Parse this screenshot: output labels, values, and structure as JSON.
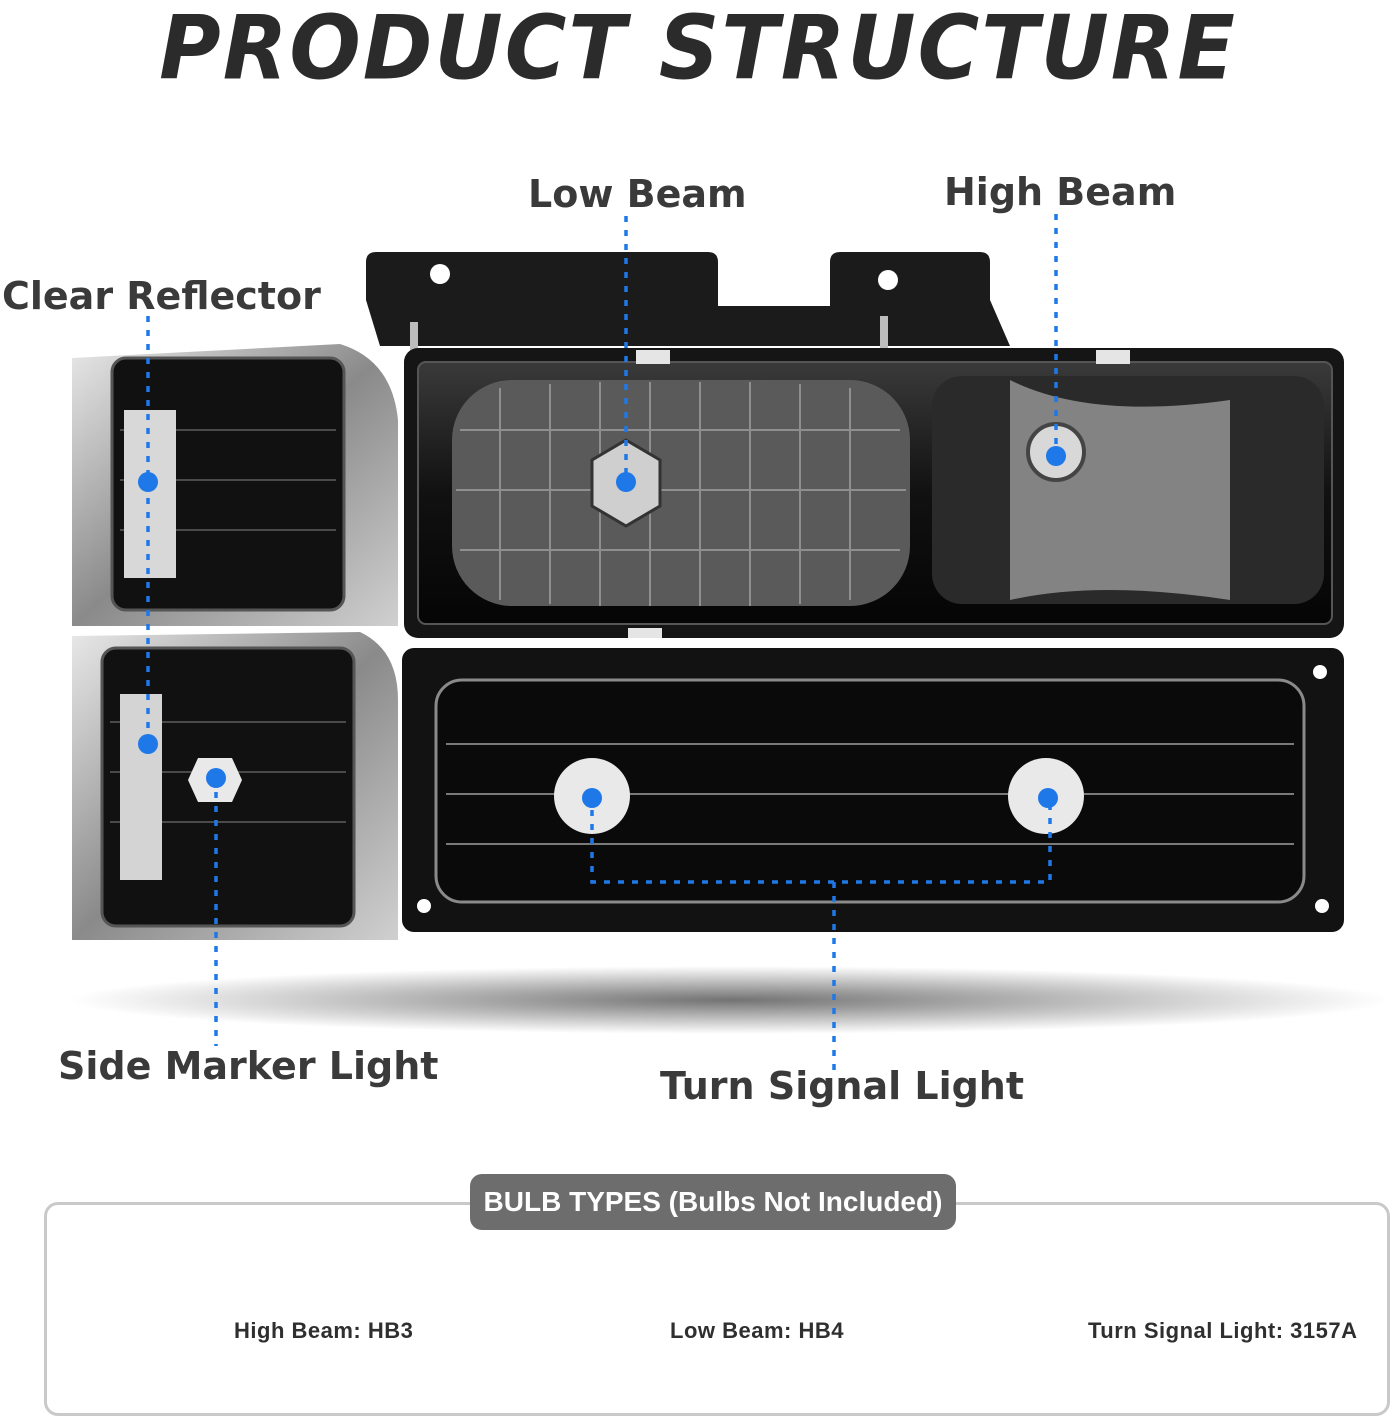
{
  "title": "PRODUCT STRUCTURE",
  "labels": {
    "low_beam": "Low Beam",
    "high_beam": "High Beam",
    "clear_reflector": "Clear Reflector",
    "side_marker": "Side Marker Light",
    "turn_signal": "Turn Signal Light"
  },
  "bulb_section": {
    "header": "BULB TYPES (Bulbs Not Included)",
    "items": [
      {
        "label": "High Beam: HB3"
      },
      {
        "label": "Low Beam: HB4"
      },
      {
        "label": "Turn Signal Light: 3157A"
      }
    ]
  },
  "colors": {
    "callout": "#1f78e8",
    "title": "#2b2b2b",
    "label": "#3a3a3a",
    "header_bg": "#6d6d6d",
    "amber": "#f29a14"
  }
}
